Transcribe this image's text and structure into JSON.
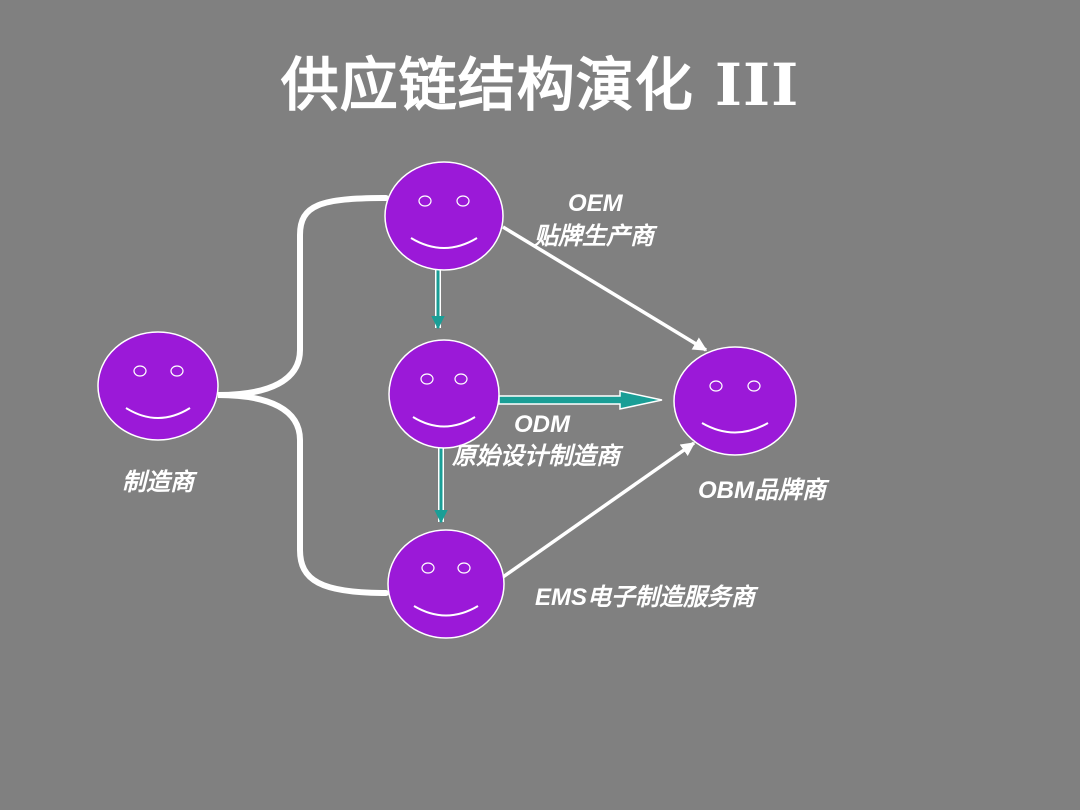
{
  "title": "供应链结构演化 III",
  "colors": {
    "background": "#808080",
    "face_fill": "#9b19d8",
    "face_outline": "#ffffff",
    "connector": "#ffffff",
    "arrow_teal": "#1a9e96"
  },
  "nodes": {
    "manufacturer": {
      "label": "制造商"
    },
    "oem": {
      "code": "OEM",
      "label": "贴牌生产商"
    },
    "odm": {
      "code": "ODM",
      "label": "原始设计制造商"
    },
    "ems": {
      "label": "EMS电子制造服务商"
    },
    "obm": {
      "label": "OBM品牌商"
    }
  }
}
